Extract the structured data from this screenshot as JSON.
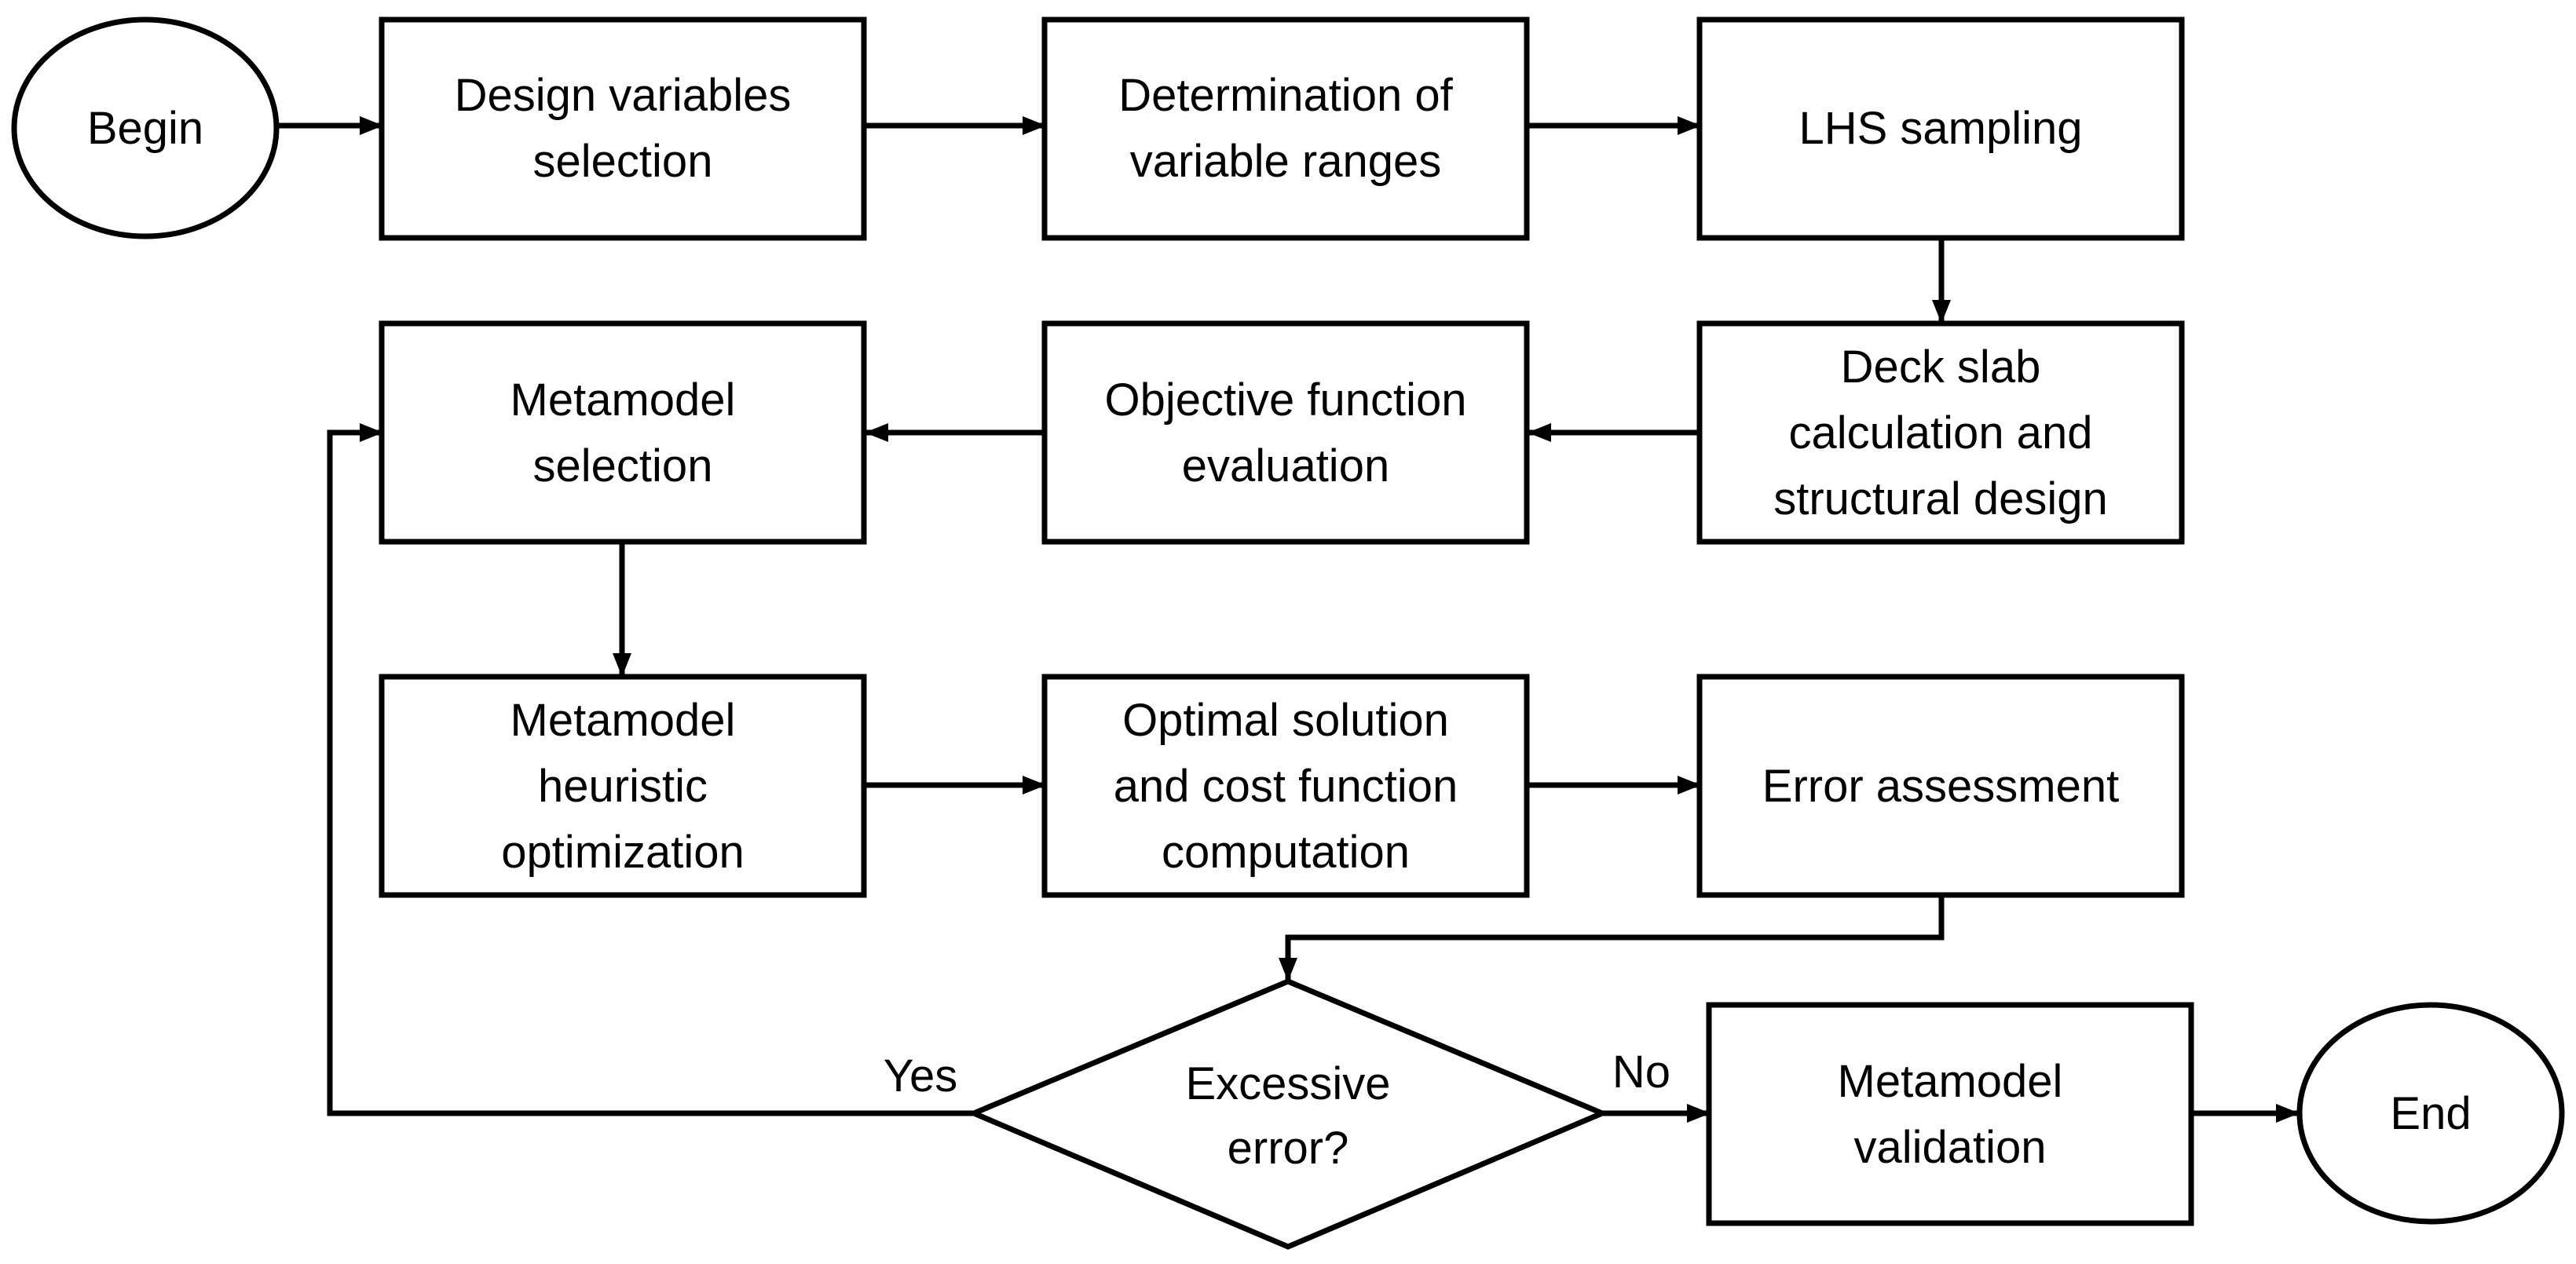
{
  "nodes": {
    "begin": {
      "text": "Begin"
    },
    "design_variables": {
      "line1": "Design variables",
      "line2": "selection"
    },
    "determination": {
      "line1": "Determination of",
      "line2": "variable ranges"
    },
    "lhs": {
      "text": "LHS sampling"
    },
    "deck_slab": {
      "line1": "Deck slab",
      "line2": "calculation and",
      "line3": "structural design"
    },
    "objective": {
      "line1": "Objective function",
      "line2": "evaluation"
    },
    "metamodel_selection": {
      "line1": "Metamodel",
      "line2": "selection"
    },
    "heuristic": {
      "line1": "Metamodel",
      "line2": "heuristic",
      "line3": "optimization"
    },
    "optimal": {
      "line1": "Optimal solution",
      "line2": "and cost function",
      "line3": "computation"
    },
    "error_assessment": {
      "text": "Error assessment"
    },
    "decision": {
      "line1": "Excessive",
      "line2": "error?"
    },
    "validation": {
      "line1": "Metamodel",
      "line2": "validation"
    },
    "end": {
      "text": "End"
    }
  },
  "edge_labels": {
    "yes": "Yes",
    "no": "No"
  }
}
